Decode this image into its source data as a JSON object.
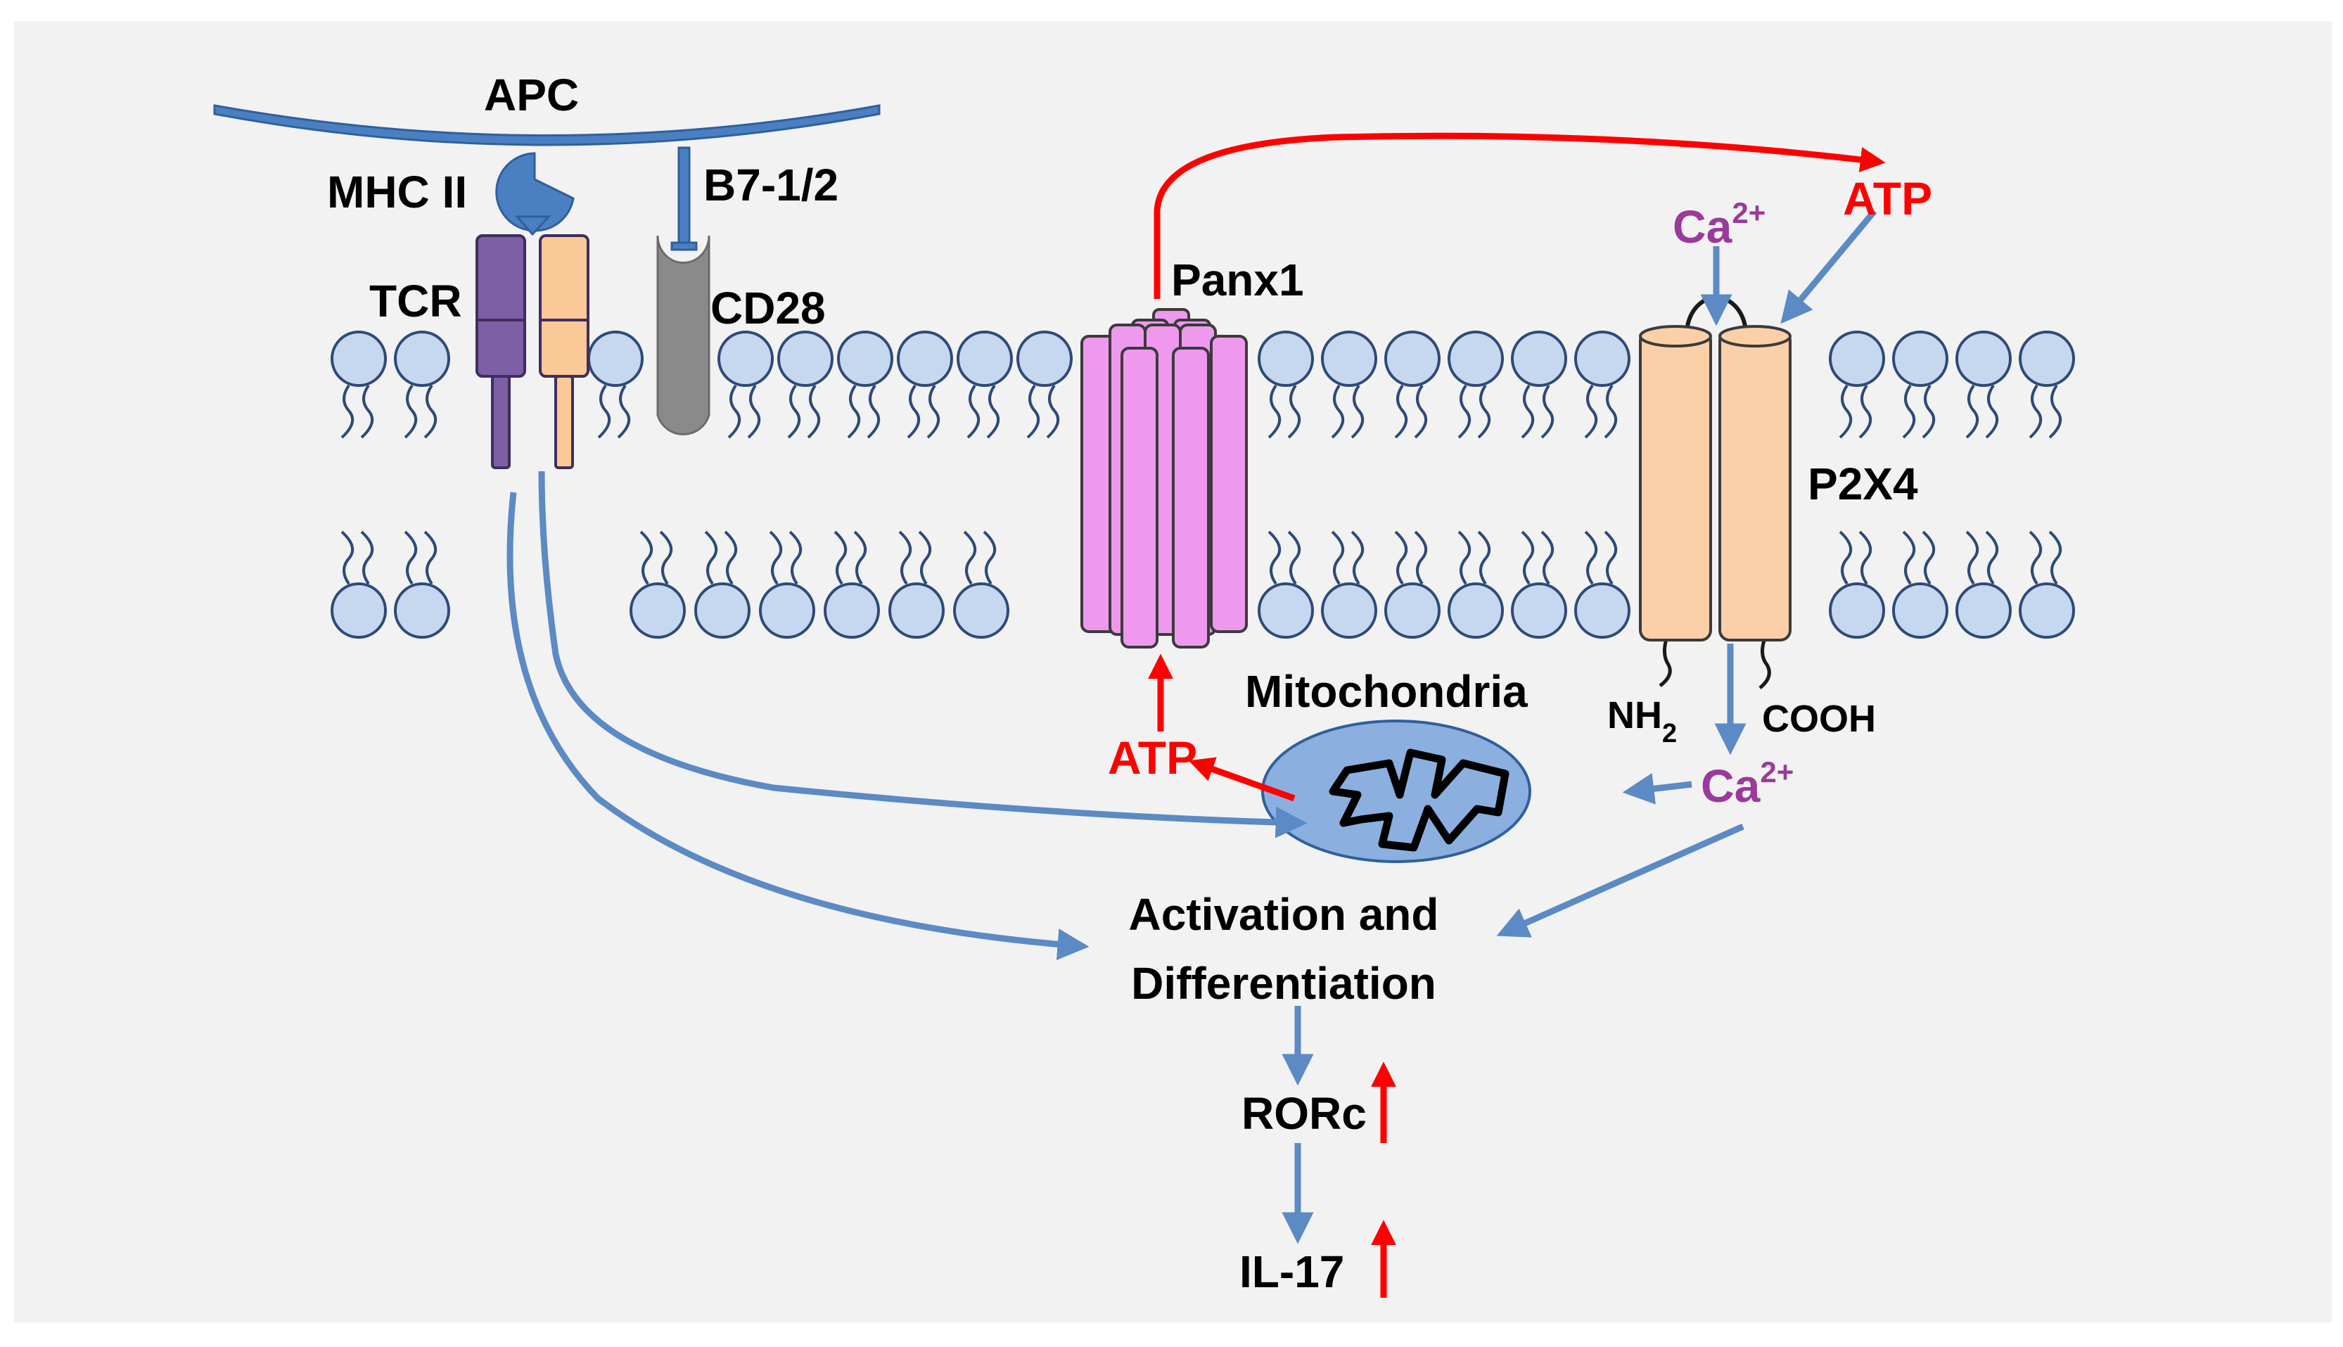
{
  "labels": {
    "apc": "APC",
    "mhc": "MHC II",
    "b7": "B7-1/2",
    "tcr": "TCR",
    "cd28": "CD28",
    "panx1": "Panx1",
    "p2x4": "P2X4",
    "mitochondria": "Mitochondria",
    "nh": "NH",
    "nh_sub": "2",
    "cooh": "COOH",
    "ca_top": "Ca",
    "ca_top_sup": "2+",
    "ca_bottom": "Ca",
    "ca_bottom_sup": "2+",
    "atp_top": "ATP",
    "atp_mito": "ATP",
    "activation_line1": "Activation and",
    "activation_line2": "Differentiation",
    "rorc": "RORc",
    "il17": "IL-17"
  },
  "colors": {
    "background": "#f2f2f2",
    "lipid_fill": "#c5d8f0",
    "lipid_stroke": "#2f4a78",
    "blue_arrow": "#5b8ac4",
    "red_arrow": "#ff0000",
    "apc_blue": "#4a7fc1",
    "panx_pink": "#ee99ee",
    "p2x4_peach": "#fbd0a8",
    "tcr_purple": "#7d5fa6",
    "cd28_gray": "#8a8a8a",
    "mito_fill": "#8bb0e0",
    "calcium_purple": "#9b3a9b"
  }
}
